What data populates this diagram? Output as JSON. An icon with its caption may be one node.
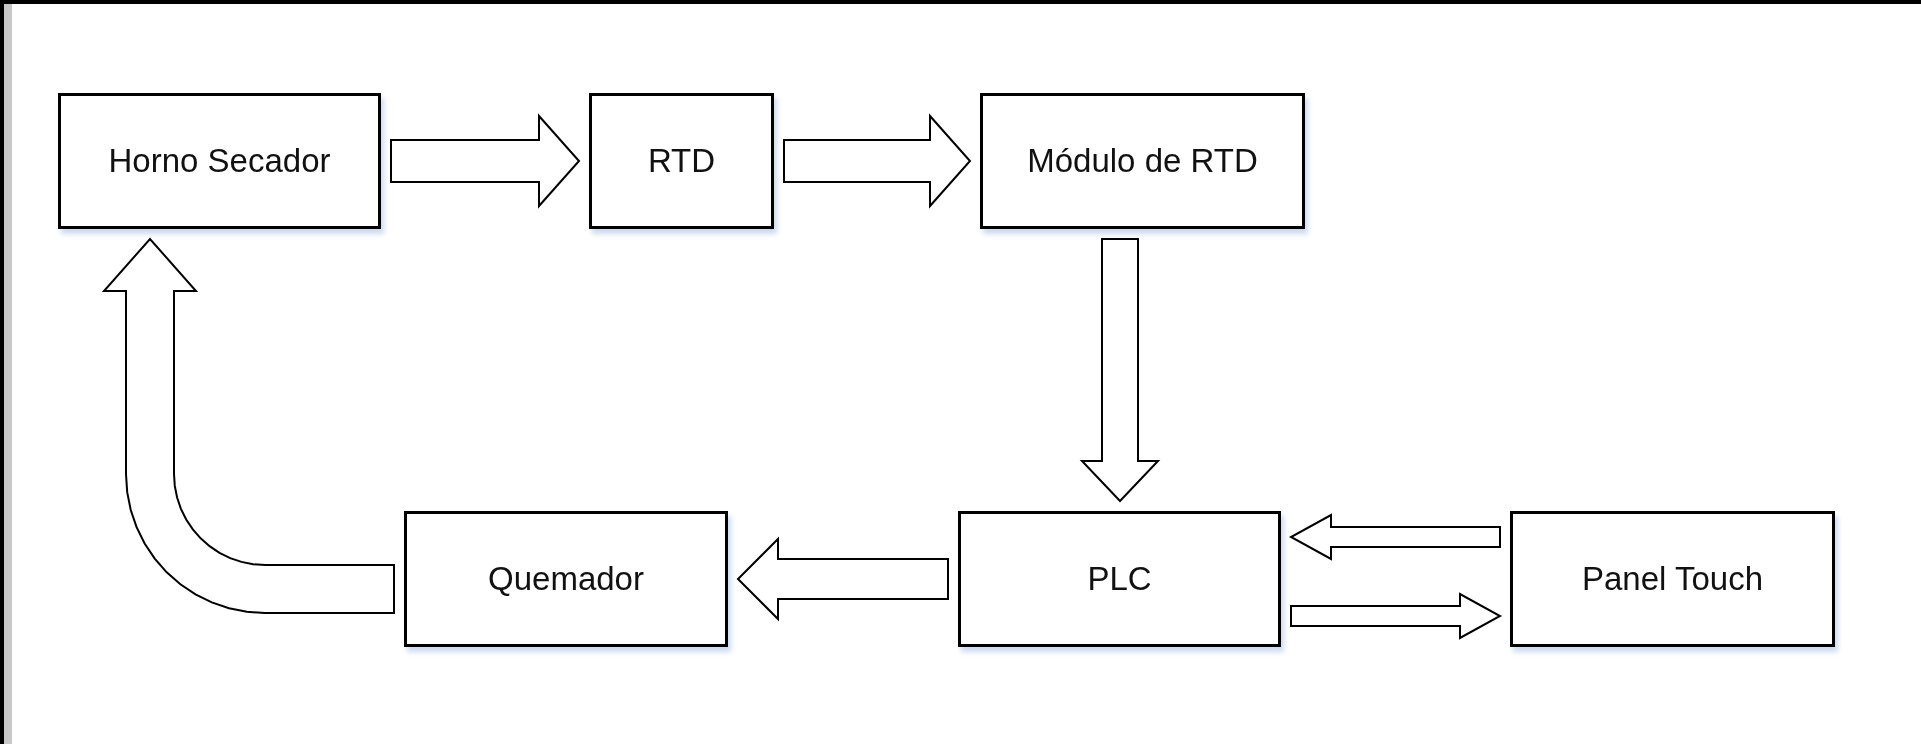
{
  "diagram": {
    "nodes": [
      {
        "text": [
          "Horno Secador"
        ]
      },
      {
        "text": [
          "RTD"
        ]
      },
      {
        "text": [
          "Módulo de RTD"
        ]
      },
      {
        "text": [
          "Quemador"
        ]
      },
      {
        "text": [
          "PLC"
        ]
      },
      {
        "text": [
          "Panel Touch"
        ]
      }
    ],
    "edges": [
      {
        "from": 0,
        "to": 1,
        "arrow": "to"
      },
      {
        "from": 1,
        "to": 2,
        "arrow": "to"
      },
      {
        "from": 2,
        "to": 4,
        "arrow": "to"
      },
      {
        "from": 4,
        "to": 3,
        "arrow": "to"
      },
      {
        "from": 3,
        "to": 0,
        "arrow": "to"
      },
      {
        "from": 5,
        "to": 4,
        "arrow": "to"
      },
      {
        "from": 4,
        "to": 5,
        "arrow": "to"
      }
    ]
  }
}
